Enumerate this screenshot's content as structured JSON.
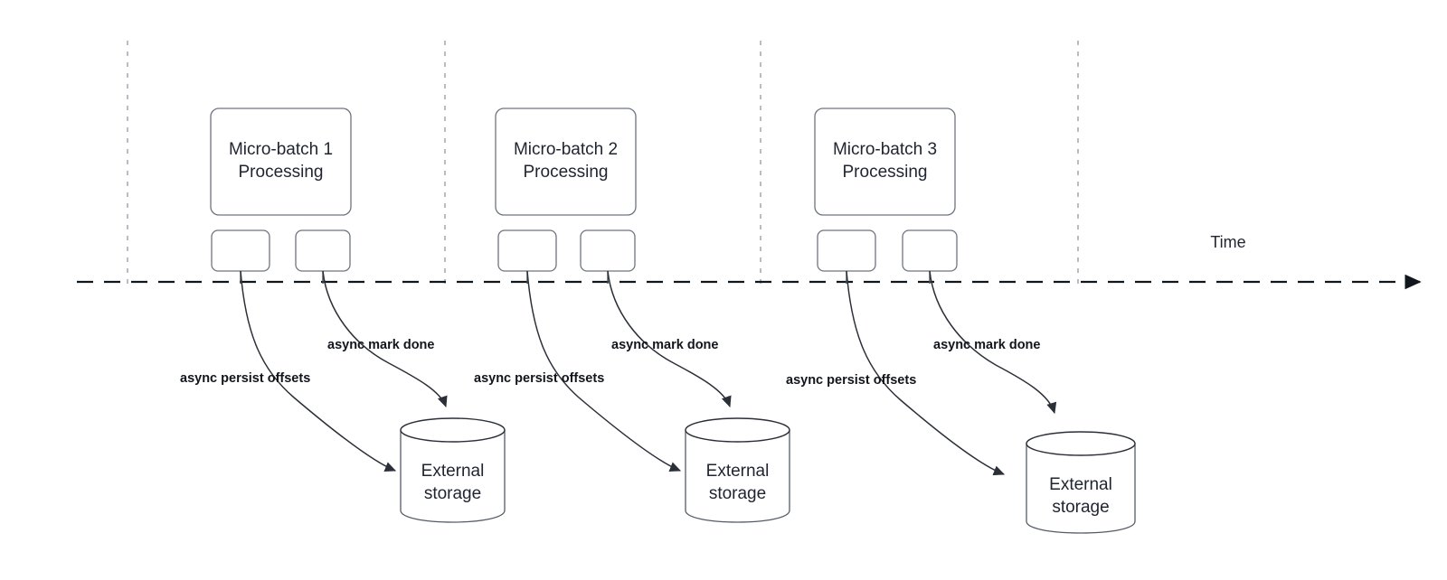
{
  "diagram": {
    "title_text": "",
    "timeline": {
      "axis_label": "Time",
      "axis_color": "#11151c",
      "tick_color": "#9aa0aa",
      "tick_count": 4
    },
    "groups": [
      {
        "id": "micro-batch-1",
        "process_label_line1": "Micro-batch 1",
        "process_label_line2": "Processing",
        "task_a_label": "",
        "task_b_label": "",
        "edge_persist_label": "async persist offsets",
        "edge_mark_label": "async mark done",
        "storage_label_line1": "External",
        "storage_label_line2": "storage"
      },
      {
        "id": "micro-batch-2",
        "process_label_line1": "Micro-batch 2",
        "process_label_line2": "Processing",
        "task_a_label": "",
        "task_b_label": "",
        "edge_persist_label": "async persist offsets",
        "edge_mark_label": "async mark done",
        "storage_label_line1": "External",
        "storage_label_line2": "storage"
      },
      {
        "id": "micro-batch-3",
        "process_label_line1": "Micro-batch 3",
        "process_label_line2": "Processing",
        "task_a_label": "",
        "task_b_label": "",
        "edge_persist_label": "async persist offsets",
        "edge_mark_label": "async mark done",
        "storage_label_line1": "External",
        "storage_label_line2": "storage"
      }
    ],
    "colors": {
      "background": "#ffffff",
      "box_stroke": "#6f7480",
      "text": "#1f2430",
      "label_text": "#11151c",
      "cylinder_stroke": "#2b2f38"
    }
  }
}
